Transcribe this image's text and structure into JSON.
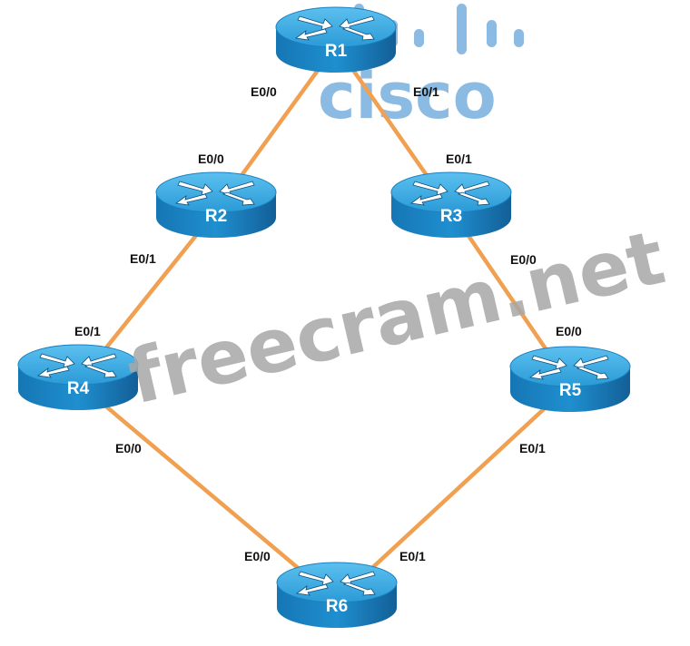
{
  "diagram": {
    "type": "network-topology",
    "link_color": "#f0a050",
    "router_color": "#1e8fcf",
    "logo": {
      "text": "cisco",
      "color": "#5b9fd6"
    },
    "watermark": {
      "text": "freecram.net"
    },
    "routers": [
      {
        "id": "R1",
        "label": "R1"
      },
      {
        "id": "R2",
        "label": "R2"
      },
      {
        "id": "R3",
        "label": "R3"
      },
      {
        "id": "R4",
        "label": "R4"
      },
      {
        "id": "R5",
        "label": "R5"
      },
      {
        "id": "R6",
        "label": "R6"
      }
    ],
    "links": [
      {
        "from": "R1",
        "from_port": "E0/0",
        "to": "R2",
        "to_port": "E0/0"
      },
      {
        "from": "R1",
        "from_port": "E0/1",
        "to": "R3",
        "to_port": "E0/1"
      },
      {
        "from": "R2",
        "from_port": "E0/1",
        "to": "R4",
        "to_port": "E0/1"
      },
      {
        "from": "R3",
        "from_port": "E0/0",
        "to": "R5",
        "to_port": "E0/0"
      },
      {
        "from": "R4",
        "from_port": "E0/0",
        "to": "R6",
        "to_port": "E0/0"
      },
      {
        "from": "R5",
        "from_port": "E0/1",
        "to": "R6",
        "to_port": "E0/1"
      }
    ]
  }
}
